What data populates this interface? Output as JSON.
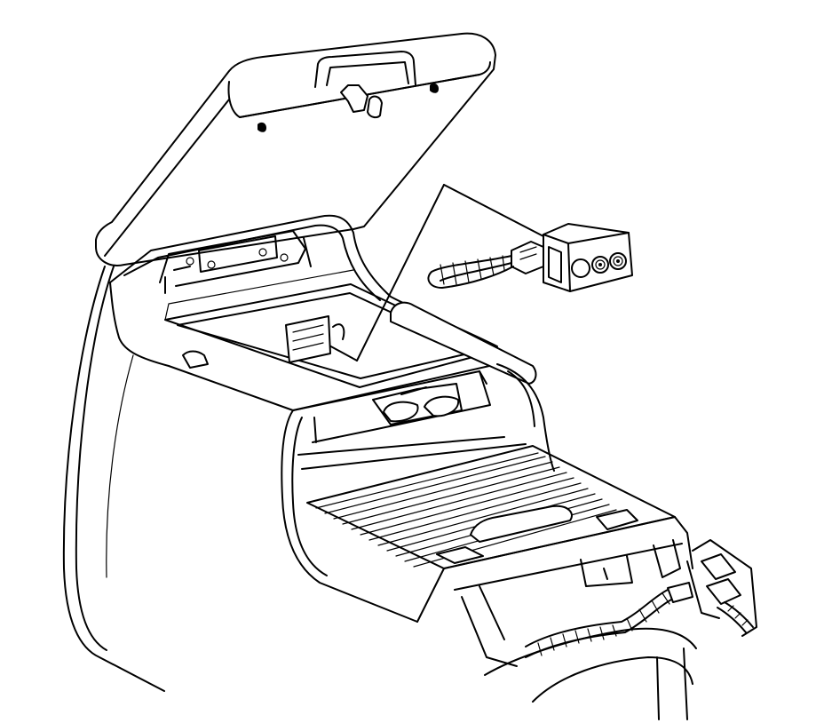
{
  "diagram": {
    "subject": "center-console-armrest-with-auxiliary-jack-panel",
    "line_color": "#000000",
    "background_color": "#ffffff",
    "parts": [
      {
        "id": "lid",
        "icon": "hinged-armrest-lid"
      },
      {
        "id": "storage-bin",
        "icon": "console-storage-bin"
      },
      {
        "id": "auxiliary-jack-panel",
        "icon": "connector-with-two-jacks",
        "jack_count": 2
      },
      {
        "id": "wiring-harness",
        "icon": "corrugated-harness"
      },
      {
        "id": "cupholder-area",
        "icon": "cupholder"
      },
      {
        "id": "tambour-door",
        "icon": "slatted-roll-door"
      }
    ]
  }
}
